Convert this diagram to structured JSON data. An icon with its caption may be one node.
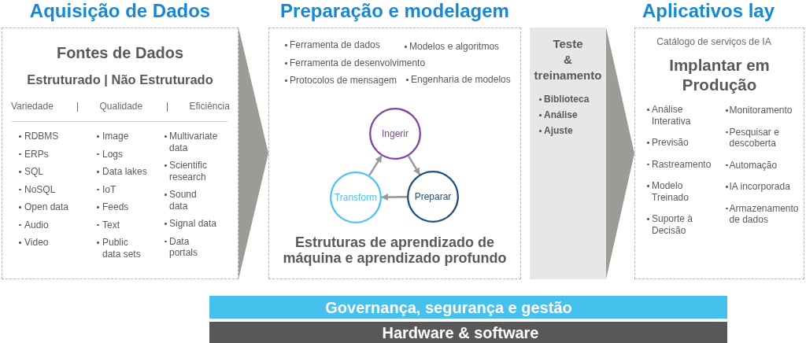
{
  "diagram": {
    "nodes": [
      {
        "text": [
          "Aquisição de Dados",
          "Fontes de Dados",
          "Estruturado | Não Estruturado",
          "Variedade",
          "|",
          "Qualidade",
          "|",
          "Eficiência",
          "RDBMS",
          "ERPs",
          "SQL",
          "NoSQL",
          "Open data",
          "Audio",
          "Video",
          "Image",
          "Logs",
          "Data lakes",
          "IoT",
          "Feeds",
          "Text",
          "Public data sets",
          "Multivariate data",
          "Scientific research",
          "Sound data",
          "Signal data",
          "Data portals"
        ]
      },
      {
        "text": [
          "Preparação e modelagem",
          "Ferramenta de dados",
          "Modelos e algoritmos",
          "Ferramenta de desenvolvimento",
          "Protocolos de mensagem",
          "Engenharia de modelos",
          "Estruturas de aprendizado de máquina e aprendizado profundo"
        ]
      },
      {
        "text": [
          "Ingerir"
        ],
        "in": 1
      },
      {
        "text": [
          "Transform"
        ],
        "in": 1
      },
      {
        "text": [
          "Preparar"
        ],
        "in": 1
      },
      {
        "text": [
          "Teste & treinamento",
          "Biblioteca",
          "Análise",
          "Ajuste"
        ]
      },
      {
        "text": [
          "Aplicativos lay",
          "Catálogo de serviços de IA",
          "Implantar em Produção",
          "Análise Interativa",
          "Previsão",
          "Rastreamento",
          "Modelo Treinado",
          "Suporte à Decisão",
          "Monitoramento",
          "Pesquisar e descoberta",
          "Automação",
          "IA incorporada",
          "Armazenamento de dados"
        ]
      },
      {
        "text": [
          "Governança, segurança e gestão"
        ]
      },
      {
        "text": [
          "Hardware & software"
        ]
      }
    ],
    "edges": [
      {
        "from": 0,
        "to": 1,
        "arrow": "to",
        "style": "thick"
      },
      {
        "from": 2,
        "to": 4,
        "arrow": "to"
      },
      {
        "from": 4,
        "to": 3,
        "arrow": "to"
      },
      {
        "from": 3,
        "to": 2,
        "arrow": "to"
      },
      {
        "from": 5,
        "to": 6,
        "arrow": "to",
        "style": "thick"
      }
    ]
  }
}
